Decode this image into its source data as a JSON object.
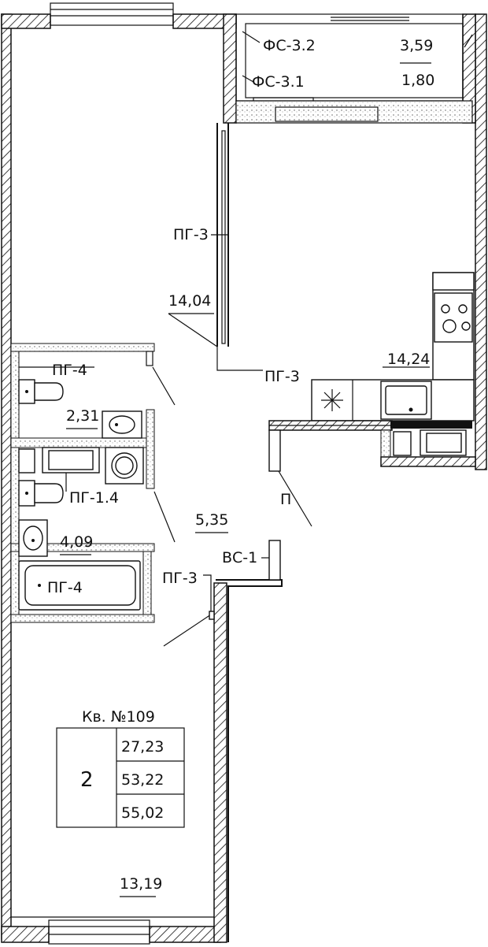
{
  "labels": {
    "fs32": "ФС-3.2",
    "fs31": "ФС-3.1",
    "pg3_living_wall": "ПГ-3",
    "pg3_living_door": "ПГ-3",
    "pg4_wc": "ПГ-4",
    "pg14": "ПГ-1.4",
    "pg4_bath": "ПГ-4",
    "pg3_bedroom": "ПГ-3",
    "vs1": "ВС-1",
    "pg_cut": "П"
  },
  "areas": {
    "balcony_full": "3,59",
    "balcony_reduced": "1,80",
    "living": "14,04",
    "kitchen": "14,24",
    "wc": "2,31",
    "hall": "5,35",
    "bathroom": "4,09",
    "bedroom": "13,19"
  },
  "apartment": {
    "title": "Кв. №109",
    "rooms": "2",
    "living_area": "27,23",
    "total_area": "53,22",
    "total_area_balcony": "55,02"
  }
}
